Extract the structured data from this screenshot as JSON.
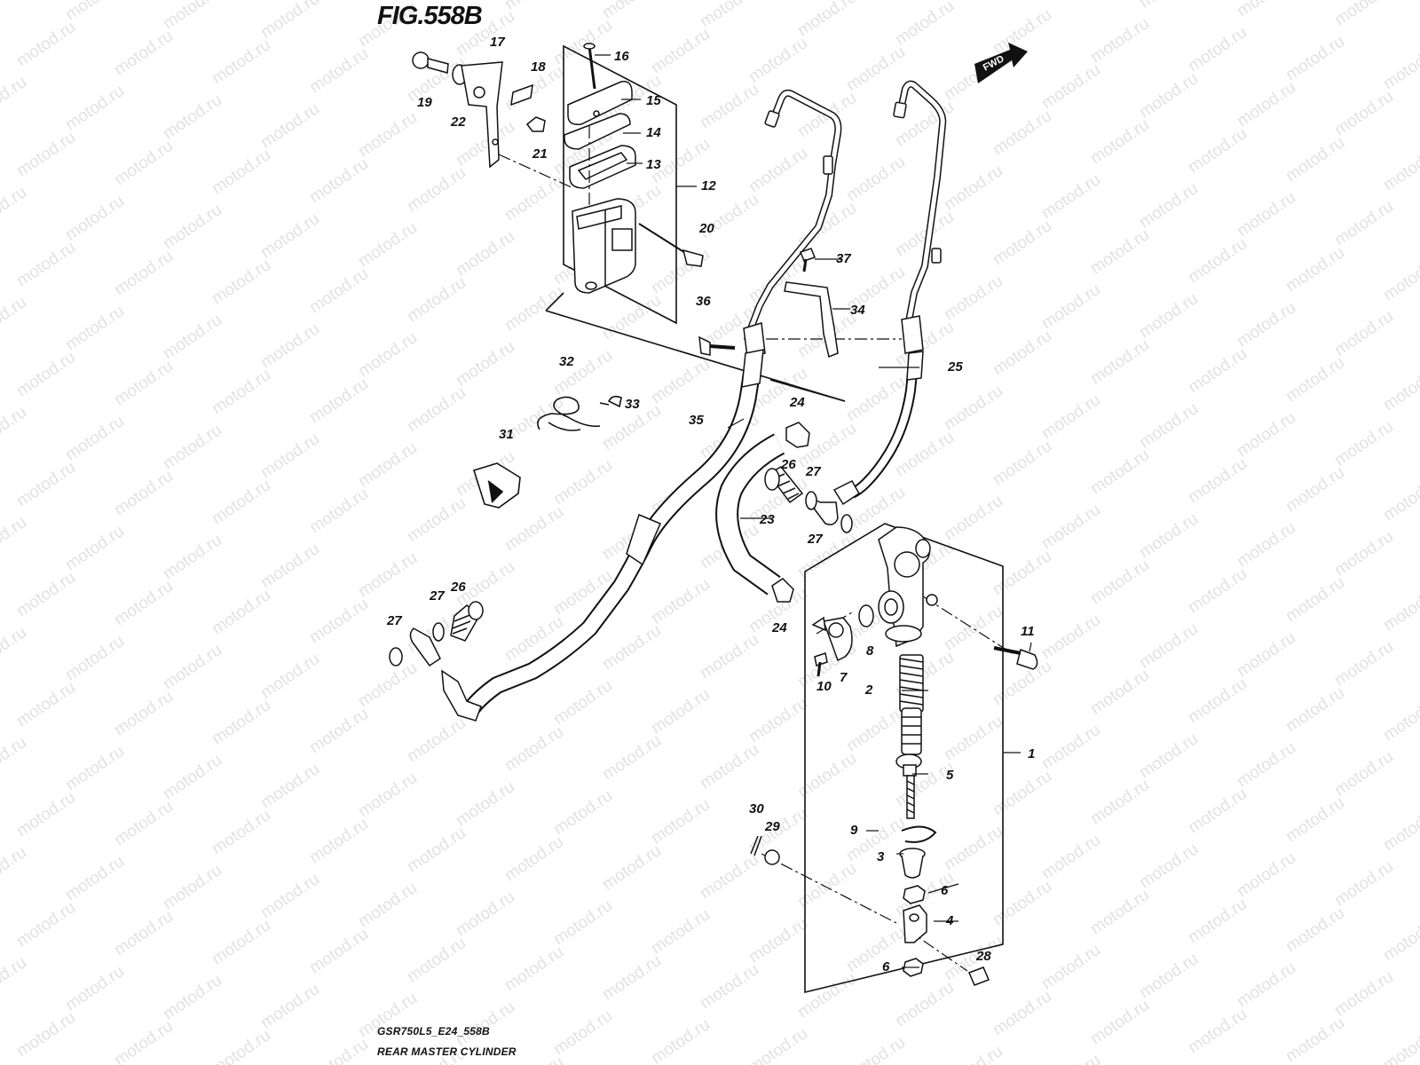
{
  "figure": {
    "title": "FIG.558B",
    "code": "GSR750L5_E24_558B",
    "name": "REAR MASTER CYLINDER",
    "watermark": "motod.ru",
    "direction_label": "FWD"
  },
  "callouts": [
    "1",
    "2",
    "3",
    "4",
    "5",
    "6",
    "6",
    "7",
    "8",
    "9",
    "10",
    "11",
    "12",
    "13",
    "14",
    "15",
    "16",
    "17",
    "18",
    "19",
    "20",
    "21",
    "22",
    "23",
    "24",
    "24",
    "25",
    "26",
    "26",
    "27",
    "27",
    "27",
    "27",
    "28",
    "29",
    "30",
    "31",
    "32",
    "33",
    "34",
    "35",
    "36",
    "37"
  ],
  "colors": {
    "line": "#111111",
    "watermark": "#e2e2e2",
    "background": "#ffffff"
  }
}
